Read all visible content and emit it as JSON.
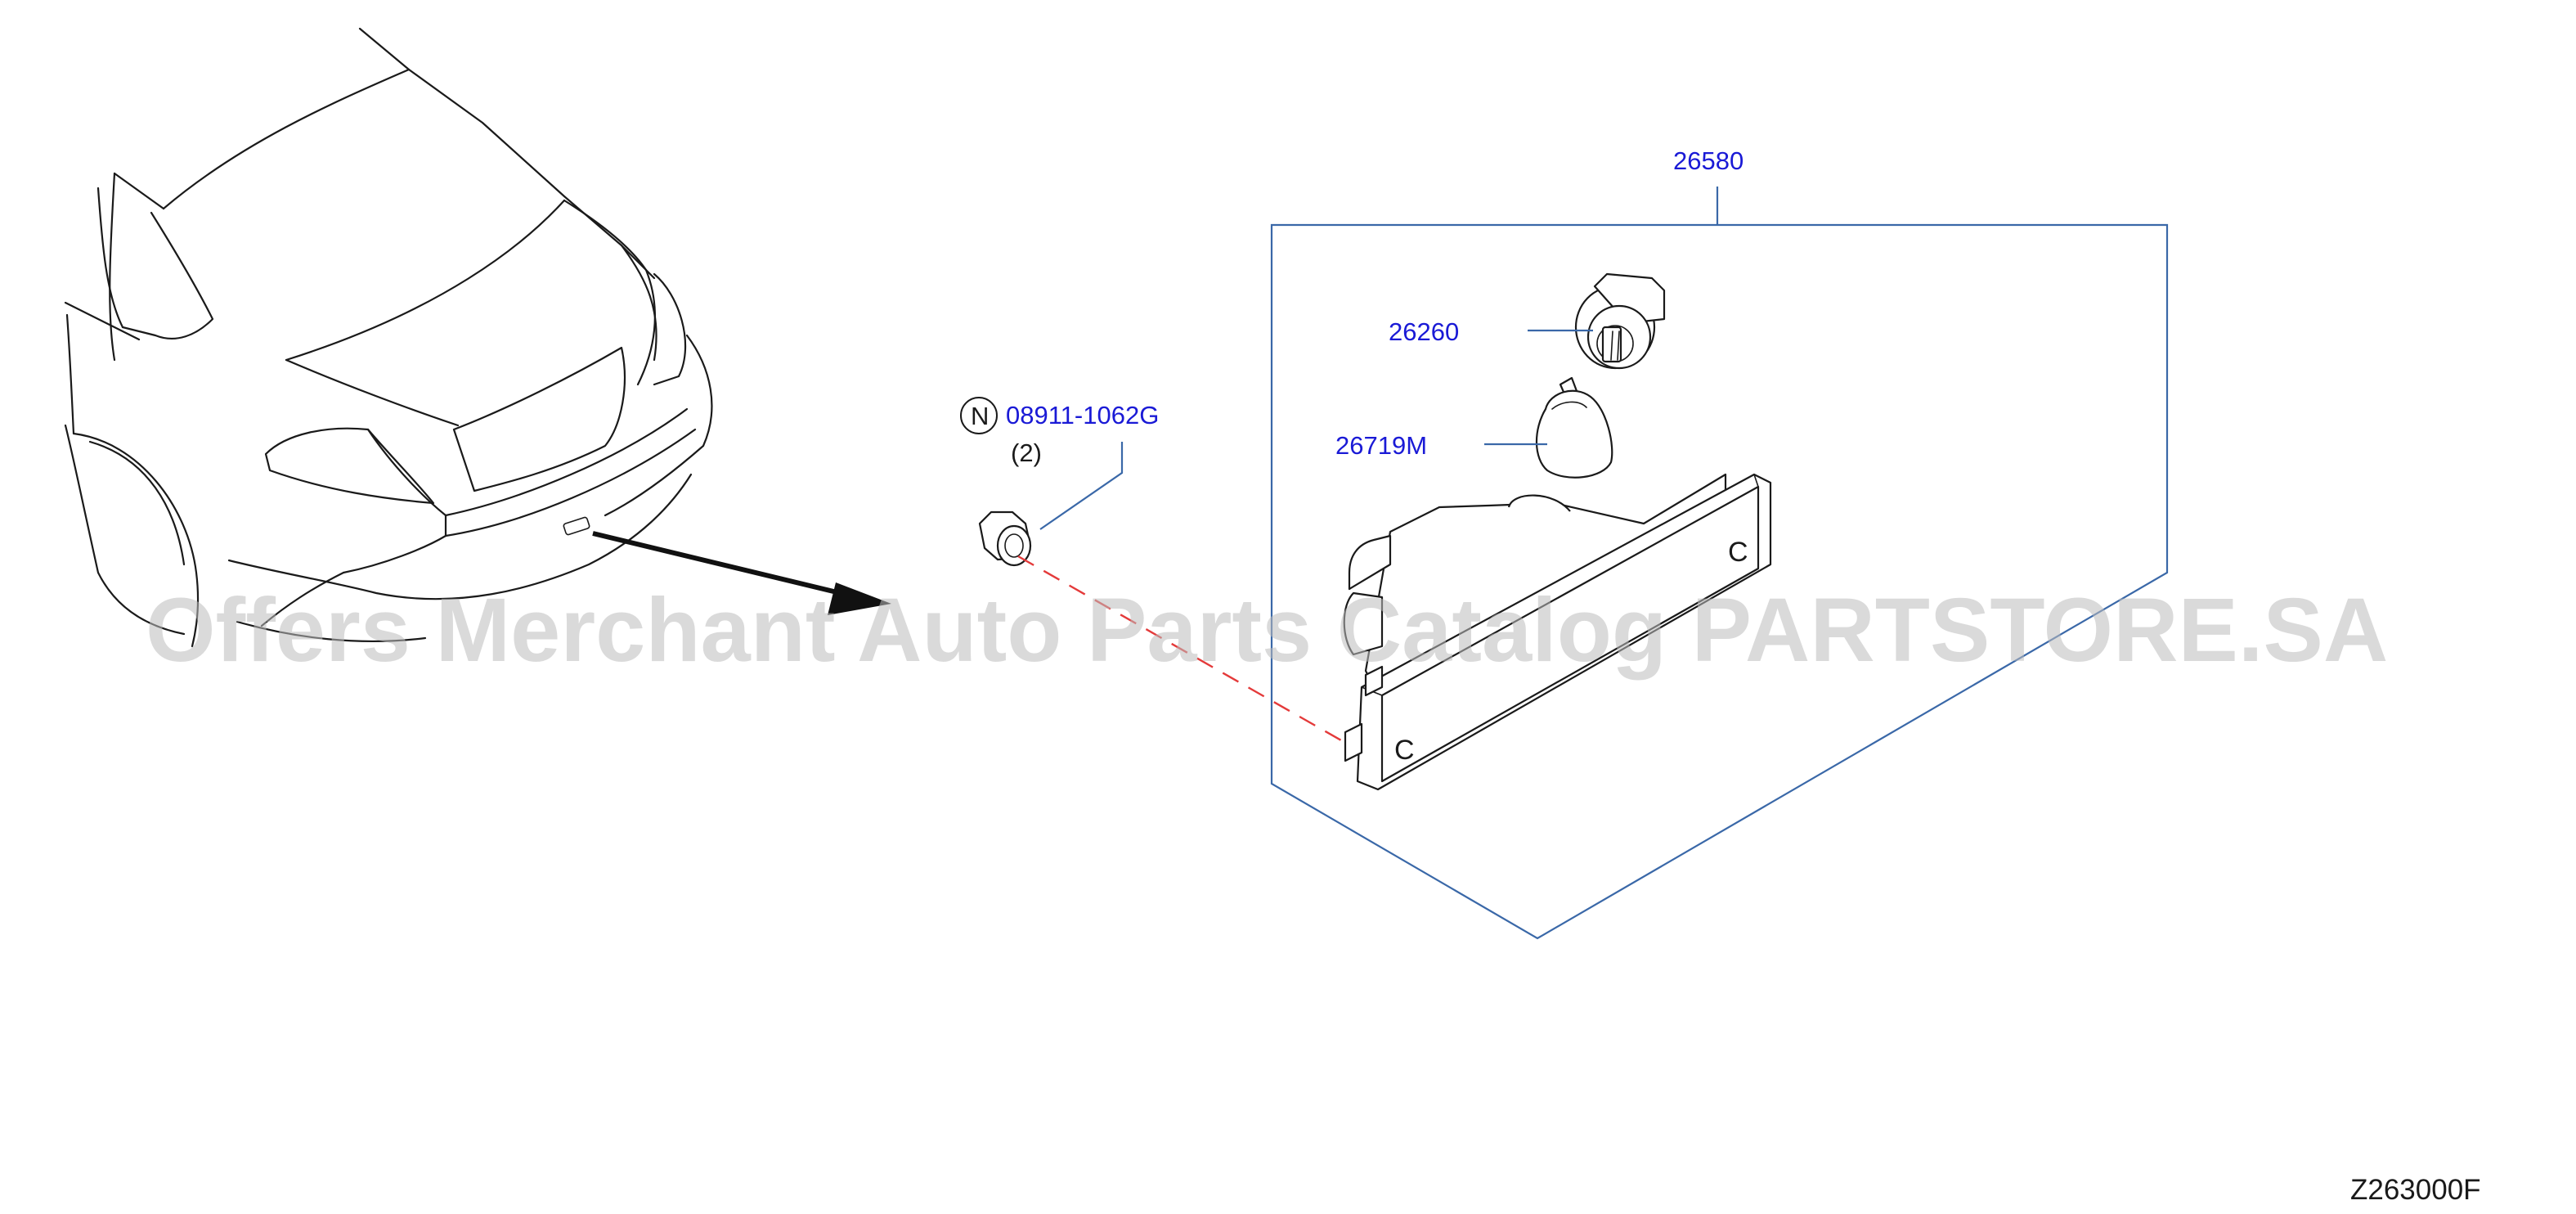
{
  "colors": {
    "label": "#1a1ad6",
    "leader": "#3a68a8",
    "dashed_line": "#e43a3a",
    "lineart": "#1a1a1a",
    "watermark": "#bdbdbd",
    "background": "#ffffff"
  },
  "parts": {
    "assembly": {
      "number": "26580"
    },
    "socket": {
      "number": "26260"
    },
    "bulb": {
      "number": "26719M"
    },
    "nut": {
      "prefix": "N",
      "number": "08911-1062G",
      "quantity": "(2)"
    }
  },
  "reference_code": "Z263000F",
  "watermark": "Offers Merchant Auto Parts Catalog PARTSTORE.SA",
  "icons": {
    "car": "car-rear-outline-icon",
    "arrow": "direction-arrow-icon",
    "lamp": "side-marker-lamp-icon",
    "socket": "bulb-socket-icon",
    "bulb": "wedge-bulb-icon",
    "nut": "flange-nut-icon"
  }
}
